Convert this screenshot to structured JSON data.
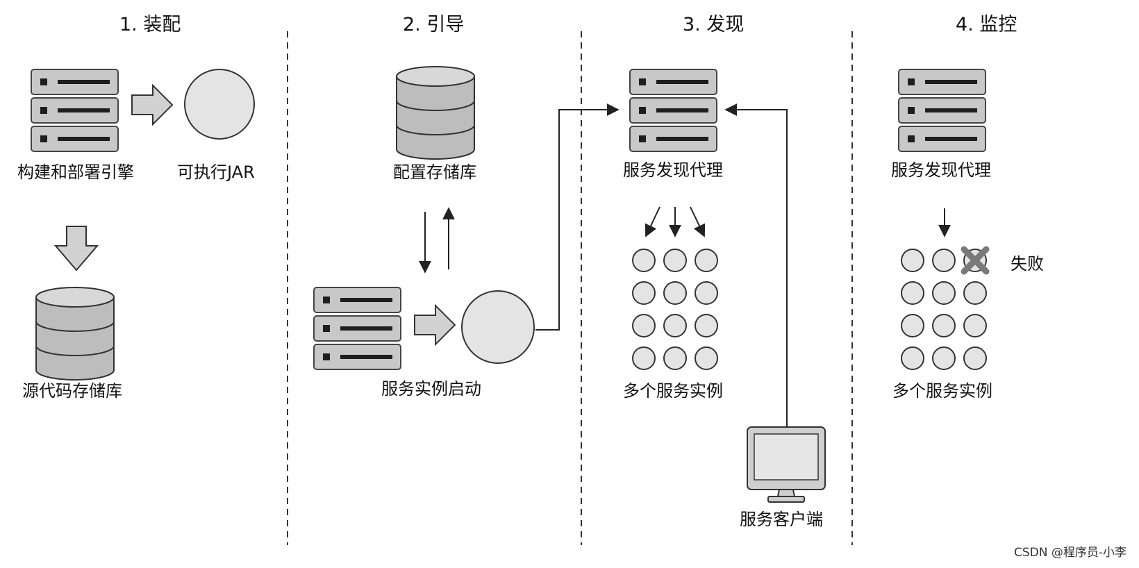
{
  "phases": [
    {
      "title": "1. 装配"
    },
    {
      "title": "2. 引导"
    },
    {
      "title": "3. 发现"
    },
    {
      "title": "4. 监控"
    }
  ],
  "assembly": {
    "build_engine": "构建和部署引擎",
    "jar": "可执行JAR",
    "source_repo": "源代码存储库"
  },
  "bootstrap": {
    "config_repo": "配置存储库",
    "instance_start": "服务实例启动"
  },
  "discovery": {
    "agent": "服务发现代理",
    "instances": "多个服务实例",
    "client": "服务客户端"
  },
  "monitoring": {
    "agent": "服务发现代理",
    "failed": "失败",
    "instances": "多个服务实例"
  },
  "watermark": "CSDN @程序员-小李",
  "colors": {
    "server_fill": "#c8c8c8",
    "server_stroke": "#444444",
    "server_slot": "#1e1e1e",
    "db_fill": "#bdbdbd",
    "circle_fill": "#e4e4e4",
    "arrow_fill": "#d2d2d2",
    "fail_mark": "#7a7a7a",
    "divider": "#333333"
  },
  "icons": [
    "server-rack-icon",
    "database-icon",
    "executable-jar-icon",
    "service-instance-icon",
    "block-arrow-icon",
    "monitor-icon",
    "failure-x-icon"
  ]
}
